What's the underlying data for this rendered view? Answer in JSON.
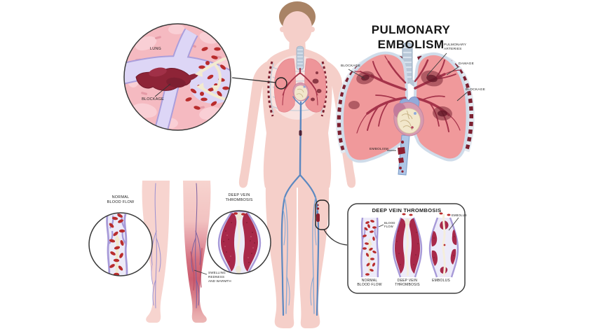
{
  "title": "PULMONARY EMBOLISM",
  "lung_inset": {
    "lung": "LUNG",
    "blockage": "BLOCKAGE"
  },
  "lungs_illustration": {
    "pulmonary_arteries": "PULMONARY ARTERIES",
    "damage": "DAMAGE",
    "blockage_left": "BLOCKAGE",
    "blockage_right": "BLOCKAGE",
    "embolism": "EMBOLISM"
  },
  "legs_section": {
    "normal_label": "NORMAL BLOOD FLOW",
    "dvt_label": "DEEP VEIN THROMBOSIS",
    "symptoms": "SWELLING REDNESS AND WARMTH"
  },
  "dvt_box": {
    "title": "DEEP VEIN THROMBOSIS",
    "pointer_blood_flow": "BLOOD FLOW",
    "pointer_embolus": "EMBOLUS",
    "captions": [
      "NORMAL BLOOD FLOW",
      "DEEP VEIN THROMBOSIS",
      "EMBOLUS"
    ]
  },
  "colors": {
    "skin": "#f5cfc9",
    "hair": "#a98365",
    "lung_pink": "#f0999b",
    "artery_red": "#a5334a",
    "clot_dark": "#8e2437",
    "vein_blue": "#5c88c0",
    "vessel_lavender": "#a79ad8",
    "vessel_fill": "#eceaf8",
    "blood_cell": "#b92c2c",
    "inflamed_red": "#cc5d70",
    "cream_flow": "#f1e9cf"
  }
}
